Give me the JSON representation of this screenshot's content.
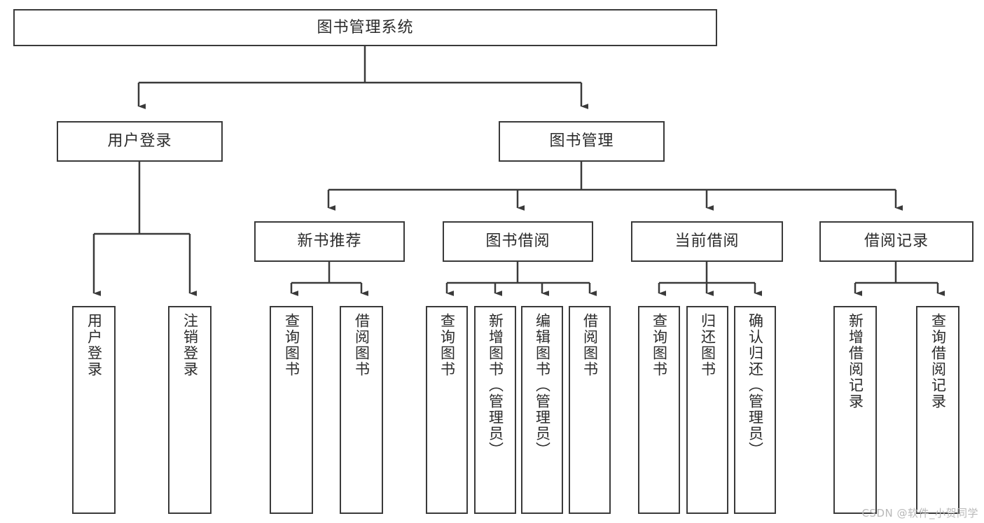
{
  "diagram": {
    "title_node": {
      "label": "图书管理系统"
    },
    "watermark": "CSDN @软件_小贺同学",
    "colors": {
      "stroke": "#3a3a3a",
      "background": "#ffffff",
      "text": "#2b2b2b",
      "watermark": "#b9b9b9"
    },
    "level2": [
      {
        "id": "user-login",
        "label": "用户登录"
      },
      {
        "id": "book-management",
        "label": "图书管理"
      }
    ],
    "level3": [
      {
        "id": "new-book-recommend",
        "label": "新书推荐"
      },
      {
        "id": "book-borrow",
        "label": "图书借阅"
      },
      {
        "id": "current-borrow",
        "label": "当前借阅"
      },
      {
        "id": "borrow-record",
        "label": "借阅记录"
      }
    ],
    "leaves": {
      "user-login": [
        {
          "id": "leaf-user-login",
          "label": "用户登录"
        },
        {
          "id": "leaf-logout-login",
          "label": "注销登录"
        }
      ],
      "new-book-recommend": [
        {
          "id": "leaf-query-book-1",
          "label": "查询图书"
        },
        {
          "id": "leaf-borrow-book-1",
          "label": "借阅图书"
        }
      ],
      "book-borrow": [
        {
          "id": "leaf-query-book-2",
          "label": "查询图书"
        },
        {
          "id": "leaf-add-book-admin",
          "label": "新增图书（管理员）"
        },
        {
          "id": "leaf-edit-book-admin",
          "label": "编辑图书（管理员）"
        },
        {
          "id": "leaf-borrow-book-2",
          "label": "借阅图书"
        }
      ],
      "current-borrow": [
        {
          "id": "leaf-query-book-3",
          "label": "查询图书"
        },
        {
          "id": "leaf-return-book",
          "label": "归还图书"
        },
        {
          "id": "leaf-confirm-return-admin",
          "label": "确认归还（管理员）"
        }
      ],
      "borrow-record": [
        {
          "id": "leaf-add-borrow-record",
          "label": "新增借阅记录"
        },
        {
          "id": "leaf-query-borrow-record",
          "label": "查询借阅记录"
        }
      ]
    }
  }
}
